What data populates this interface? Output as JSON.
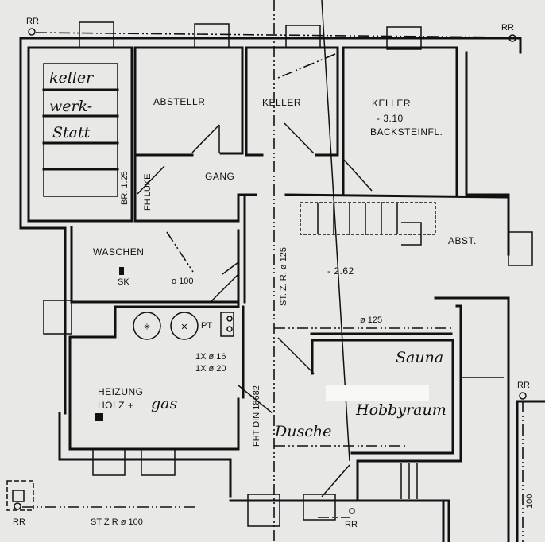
{
  "rooms": {
    "werkstatt": [
      "keller",
      "werk-",
      "Statt"
    ],
    "abstellr": "ABSTELLR",
    "keller_mid": "KELLER",
    "keller_right": "KELLER",
    "keller_right_level": "- 3.10",
    "keller_right_floor": "BACKSTEINFL.",
    "gang": "GANG",
    "waschen": "WASCHEN",
    "abst": "ABST.",
    "main_level": "- 2.62",
    "heizung": "HEIZUNG",
    "holz": "HOLZ +",
    "gas": "gas",
    "sauna": "Sauna",
    "hobbyraum": "Hobbyraum",
    "dusche": "Dusche"
  },
  "annotations": {
    "rr": "RR",
    "br": "BR. 1.25",
    "fh_luke": "FH LUKE",
    "sk": "SK",
    "pipe_100": "o 100",
    "st_zr_125": "ST. Z. R. ø 125",
    "pipe_125": "ø 125",
    "pt": "PT",
    "pipe_16": "1X ø 16",
    "pipe_20": "1X ø 20",
    "fht": "FHT DIN 18682",
    "st_zr_100": "ST Z R ø 100",
    "right_100": "100"
  }
}
